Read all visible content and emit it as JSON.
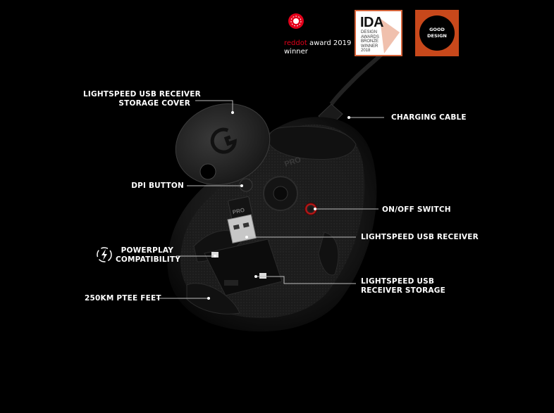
{
  "badges": {
    "reddot": {
      "red_part": "reddot",
      "text": " award 2019",
      "sub": "winner"
    },
    "ida": {
      "title": "IDA",
      "lines": [
        "DESIGN",
        "AWARDS",
        "BRONZE",
        "WINNER",
        "2018"
      ]
    },
    "good_design": {
      "line1": "GOOD",
      "line2": "DESIGN"
    }
  },
  "callouts": {
    "storage_cover": [
      "LIGHTSPEED USB RECEIVER",
      "STORAGE COVER"
    ],
    "charging_cable": "CHARGING CABLE",
    "dpi_button": "DPI BUTTON",
    "onoff_switch": "ON/OFF SWITCH",
    "usb_receiver": "LIGHTSPEED USB RECEIVER",
    "powerplay": [
      "POWERPLAY",
      "COMPATIBILITY"
    ],
    "receiver_storage": [
      "LIGHTSPEED USB",
      "RECEIVER STORAGE"
    ],
    "ptfe_feet": "250KM PTEE FEET"
  },
  "product_marks": {
    "mouse_logo": "PRO",
    "receiver_logo": "PRO"
  },
  "colors": {
    "background": "#000000",
    "accent_red": "#e2001a",
    "good_design_orange": "#c8481b"
  }
}
